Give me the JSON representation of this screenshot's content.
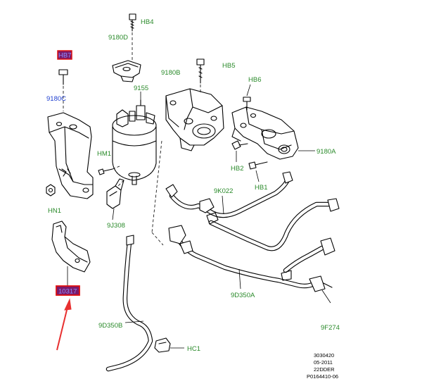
{
  "labels": {
    "hb4": "HB4",
    "p9180d": "9180D",
    "hb7": "HB7",
    "p9180c": "9180C",
    "p9155": "9155",
    "p9180b": "9180B",
    "hb5": "HB5",
    "hb6": "HB6",
    "hm1": "HM1",
    "p9180a": "9180A",
    "hb2": "HB2",
    "hb1": "HB1",
    "p9k022": "9K022",
    "hn1": "HN1",
    "p9j308": "9J308",
    "p10317": "10317",
    "p9d350a": "9D350A",
    "p9d350b": "9D350B",
    "p9f274": "9F274",
    "hc1": "HC1"
  },
  "reference": [
    "3030420",
    "05-2011",
    "22DDER",
    "P0164410-06"
  ],
  "colors": {
    "label_green": "#2a8a2a",
    "label_blue": "#1f3fd0",
    "highlight_red": "#e01010",
    "highlight_purple": "#7a1a6a",
    "highlight_text": "#8f8fff",
    "arrow_red": "#e83030"
  },
  "annotations": {
    "highlight_boxes": [
      "HB7",
      "10317"
    ],
    "arrow": "red arrow pointing to 10317"
  }
}
